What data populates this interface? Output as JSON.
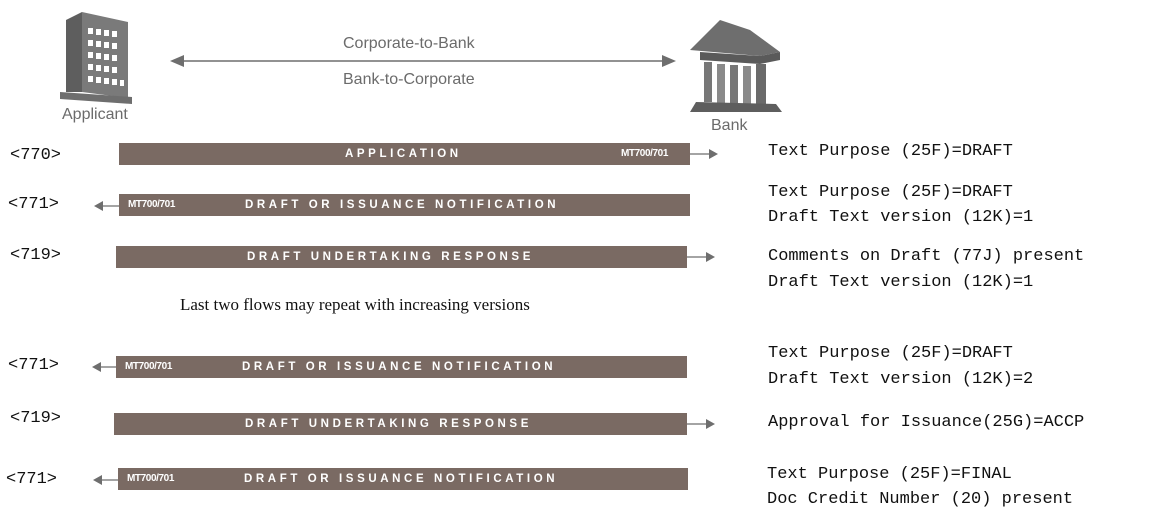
{
  "header": {
    "applicant_label": "Applicant",
    "bank_label": "Bank",
    "direction_top": "Corporate-to-Bank",
    "direction_bottom": "Bank-to-Corporate"
  },
  "colors": {
    "bar": "#7a6a63",
    "icon": "#6e6e6e",
    "arrow": "#6e6e6e"
  },
  "flows": [
    {
      "code": "<770>",
      "direction": "to-bank",
      "title": "APPLICATION",
      "mt": "MT700/701",
      "notes": [
        "Text Purpose (25F)=DRAFT"
      ]
    },
    {
      "code": "<771>",
      "direction": "to-corporate",
      "title": "DRAFT OR ISSUANCE NOTIFICATION",
      "mt": "MT700/701",
      "notes": [
        "Text Purpose (25F)=DRAFT",
        "Draft Text version (12K)=1"
      ]
    },
    {
      "code": "<719>",
      "direction": "to-bank",
      "title": "DRAFT UNDERTAKING RESPONSE",
      "mt": "",
      "notes": [
        "Comments on Draft (77J) present",
        "Draft Text version (12K)=1"
      ]
    },
    {
      "code": "<771>",
      "direction": "to-corporate",
      "title": "DRAFT OR ISSUANCE NOTIFICATION",
      "mt": "MT700/701",
      "notes": [
        "Text Purpose (25F)=DRAFT",
        "Draft Text version (12K)=2"
      ]
    },
    {
      "code": "<719>",
      "direction": "to-bank",
      "title": "DRAFT UNDERTAKING RESPONSE",
      "mt": "",
      "notes": [
        "Approval for Issuance(25G)=ACCP"
      ]
    },
    {
      "code": "<771>",
      "direction": "to-corporate",
      "title": "DRAFT OR ISSUANCE NOTIFICATION",
      "mt": "MT700/701",
      "notes": [
        "Text Purpose (25F)=FINAL",
        "Doc Credit Number (20) present"
      ]
    }
  ],
  "repeat_note": "Last two flows may repeat with increasing versions"
}
